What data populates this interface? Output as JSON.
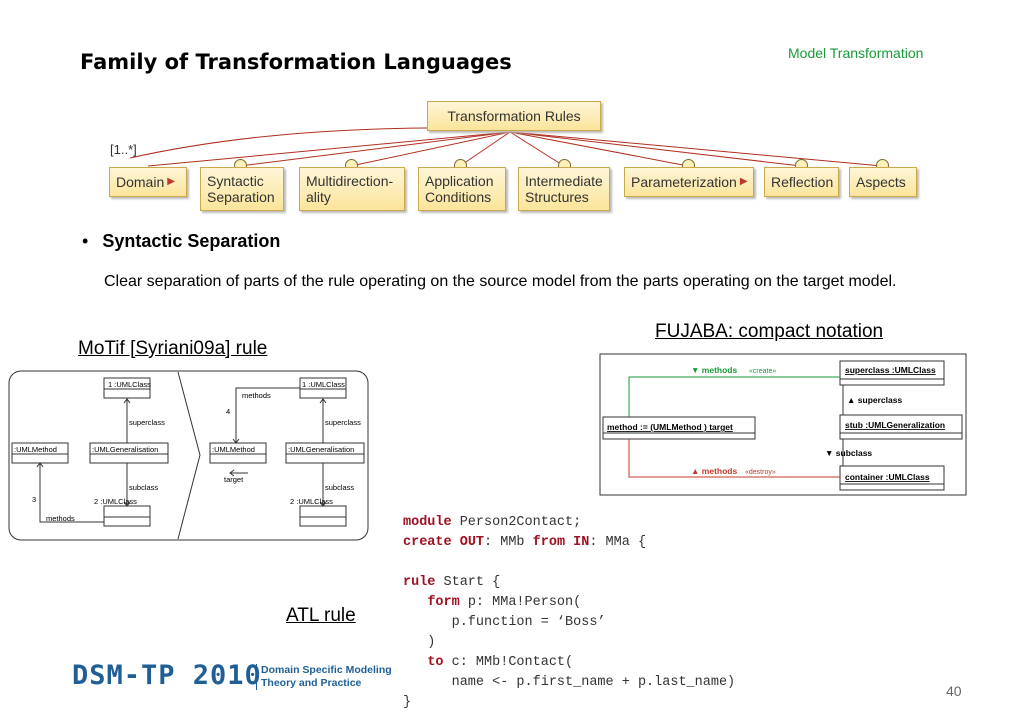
{
  "header": {
    "title": "Family of Transformation Languages",
    "section": "Model Transformation"
  },
  "feature_diagram": {
    "root": "Transformation Rules",
    "multiplicity": "[1..*]",
    "children": [
      "Domain",
      "Syntactic Separation",
      "Multidirection-ality",
      "Application Conditions",
      "Intermediate Structures",
      "Parameterization",
      "Reflection",
      "Aspects"
    ]
  },
  "bullet": {
    "heading": "Syntactic Separation",
    "text": "Clear separation of parts of the rule operating on the source model from the parts operating on the target model."
  },
  "captions": {
    "motif": "MoTif [Syriani09a] rule",
    "fujaba": "FUJABA: compact notation",
    "atl": "ATL rule"
  },
  "motif": {
    "classes": [
      "1 :UMLClass",
      ":UMLMethod",
      ":UMLGeneralisation",
      "2 :UMLClass"
    ],
    "labels": [
      "superclass",
      "subclass",
      "methods",
      "target",
      "3",
      "4",
      "1",
      "2"
    ]
  },
  "fujaba": {
    "superclass_box": "superclass :UMLClass",
    "method_box": "method := (UMLMethod ) target",
    "gen_box": "stub :UMLGeneralization",
    "container_box": "container :UMLClass",
    "create_label": "methods",
    "create_stereo": "«create»",
    "destroy_label": "methods",
    "destroy_stereo": "«destroy»",
    "superclass_label": "superclass",
    "subclass_label": "subclass"
  },
  "code": {
    "l1a": "module",
    "l1b": " Person2Contact;",
    "l2a": "create",
    "l2b": " ",
    "l2c": "OUT",
    "l2d": ": MMb ",
    "l2e": "from",
    "l2f": " ",
    "l2g": "IN",
    "l2h": ": MMa {",
    "l4a": "rule",
    "l4b": " Start {",
    "l5a": "form",
    "l5b": " p: MMa!Person(",
    "l6": "      p.function = ‘Boss’",
    "l7": "   )",
    "l8a": "to",
    "l8b": " c: MMb!Contact(",
    "l9": "      name <- p.first_name + p.last_name)",
    "l10": "}"
  },
  "footer": {
    "logo": "DSM-TP 2010",
    "logo_sub1": "Domain Specific Modeling",
    "logo_sub2": "Theory and Practice",
    "page": "40"
  },
  "colors": {
    "green": "#1a9a3a",
    "red": "#c0392b",
    "brand": "#1f5f96"
  }
}
